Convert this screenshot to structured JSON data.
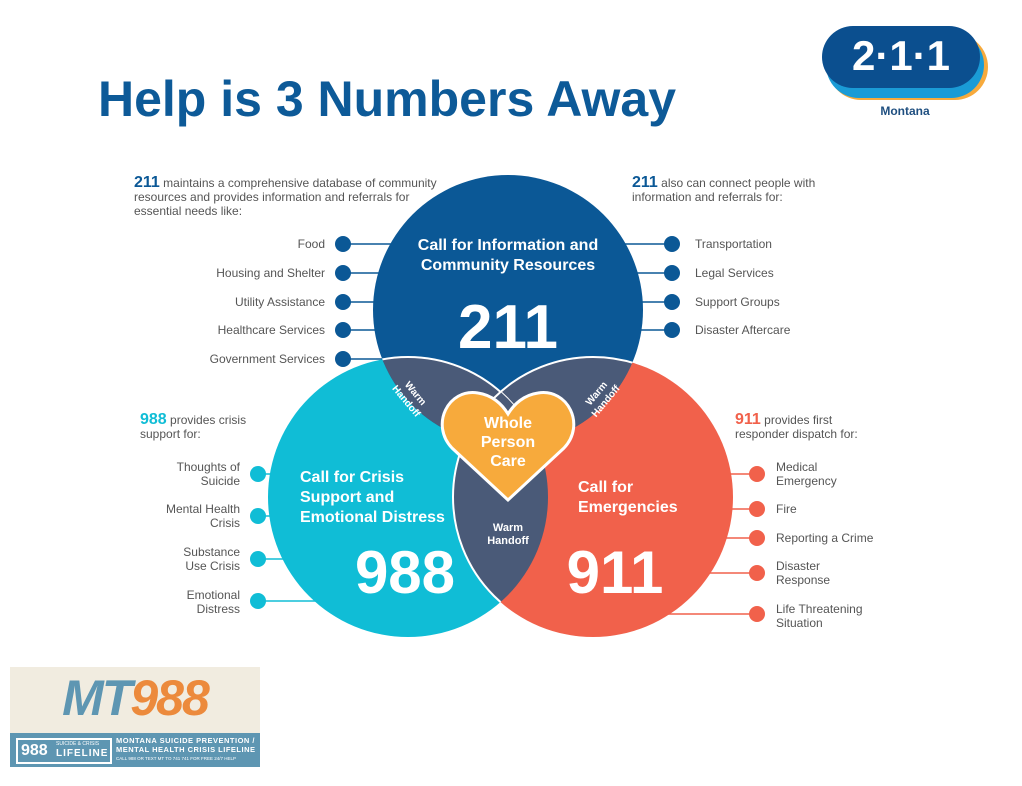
{
  "title": "Help is 3 Numbers Away",
  "logo_211": {
    "number": "2·1·1",
    "region": "Montana"
  },
  "colors": {
    "c211": "#0b5896",
    "c988": "#10bdd6",
    "c911": "#f1614b",
    "overlap": "#4a5a78",
    "heart": "#f7aa3c",
    "title": "#0d5a98"
  },
  "left_211": {
    "num": "211",
    "text": "maintains a comprehensive database of community resources and provides information and referrals for essential needs like:",
    "items": [
      "Food",
      "Housing and Shelter",
      "Utility Assistance",
      "Healthcare Services",
      "Government Services"
    ]
  },
  "right_211": {
    "num": "211",
    "text": "also can connect people with information and referrals for:",
    "items": [
      "Transportation",
      "Legal Services",
      "Support Groups",
      "Disaster Aftercare"
    ]
  },
  "left_988": {
    "num": "988",
    "text": "provides crisis support for:",
    "items": [
      "Thoughts of Suicide",
      "Mental Health Crisis",
      "Substance Use Crisis",
      "Emotional Distress"
    ]
  },
  "right_911": {
    "num": "911",
    "text": "provides first responder dispatch for:",
    "items": [
      "Medical Emergency",
      "Fire",
      "Reporting a Crime",
      "Disaster Response",
      "Life Threatening Situation"
    ]
  },
  "circles": {
    "c211": {
      "label": "Call for Information and Community Resources",
      "number": "211"
    },
    "c988": {
      "label": "Call for Crisis Support and Emotional Distress",
      "number": "988"
    },
    "c911": {
      "label": "Call for Emergencies",
      "number": "911"
    },
    "handoff": "Warm Handoff",
    "center": "Whole Person Care"
  },
  "mt988_logo": {
    "mt": "MT",
    "num": "988",
    "badge_num": "988",
    "badge_top": "SUICIDE & CRISIS",
    "badge_bottom": "LIFELINE",
    "line1": "MONTANA SUICIDE PREVENTION /",
    "line2": "MENTAL HEALTH CRISIS LIFELINE",
    "line3": "CALL 988 OR TEXT MT TO 741 741 FOR FREE 24/7 HELP"
  }
}
